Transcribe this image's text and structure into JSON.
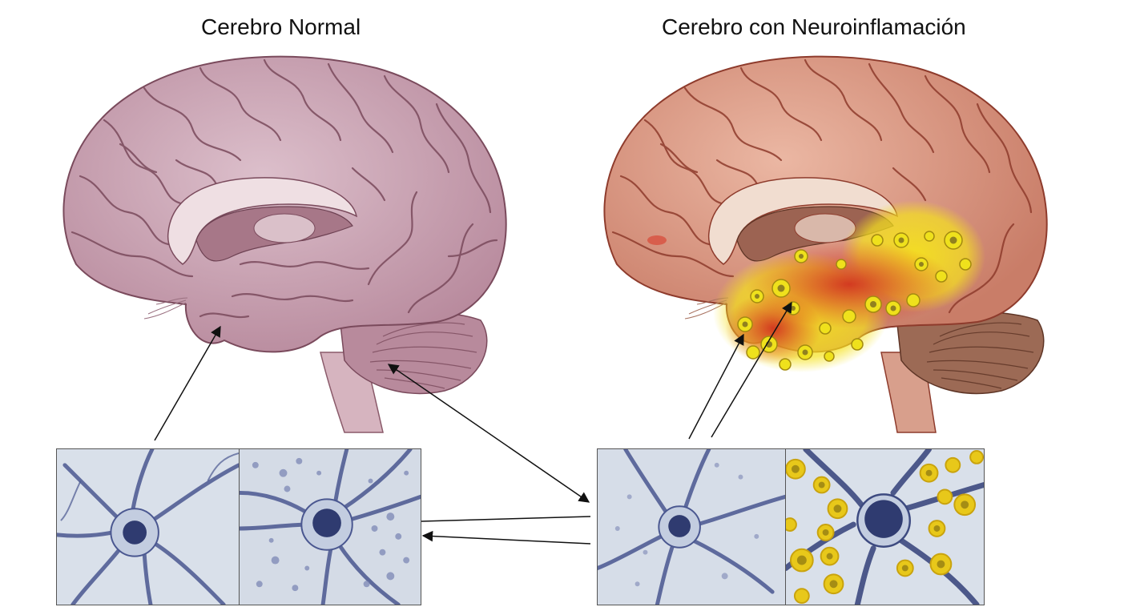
{
  "titles": {
    "normal": "Cerebro Normal",
    "inflamed": "Cerebro con Neuroinflamación"
  },
  "brains": [
    {
      "id": "normal",
      "label": "Cerebro Normal",
      "tint": "#c9a3b3",
      "sulcus": "#7a4a5c",
      "structure": "medial sagittal brain"
    },
    {
      "id": "inflamed",
      "label": "Cerebro con Neuroinflamación",
      "tint": "#d9957f",
      "sulcus": "#8e3b2c",
      "inflammation_red": "#d63a2a",
      "inflammation_yellow": "#f2e020",
      "structure": "medial sagittal brain with inflamed temporal/limbic region"
    }
  ],
  "micrographs": [
    {
      "id": "normal-neuron",
      "group": "normal",
      "description": "healthy neuron, clean background",
      "bg": "#d9e0ea"
    },
    {
      "id": "normal-neuron-glia",
      "group": "normal",
      "description": "neuron with small resting glial cells",
      "bg": "#d4dbe6"
    },
    {
      "id": "inflamed-neuron",
      "group": "inflamed",
      "description": "neuron with scattered debris",
      "bg": "#d6dde8"
    },
    {
      "id": "inflamed-neuron-microglia",
      "group": "inflamed",
      "description": "neuron surrounded by activated (yellow) microglia",
      "bg": "#d9e0ea",
      "microglia_color": "#e8c81a"
    }
  ],
  "colors": {
    "neuron_stain": "#3d4a80",
    "arrow": "#111111",
    "panel_border": "#555555"
  }
}
